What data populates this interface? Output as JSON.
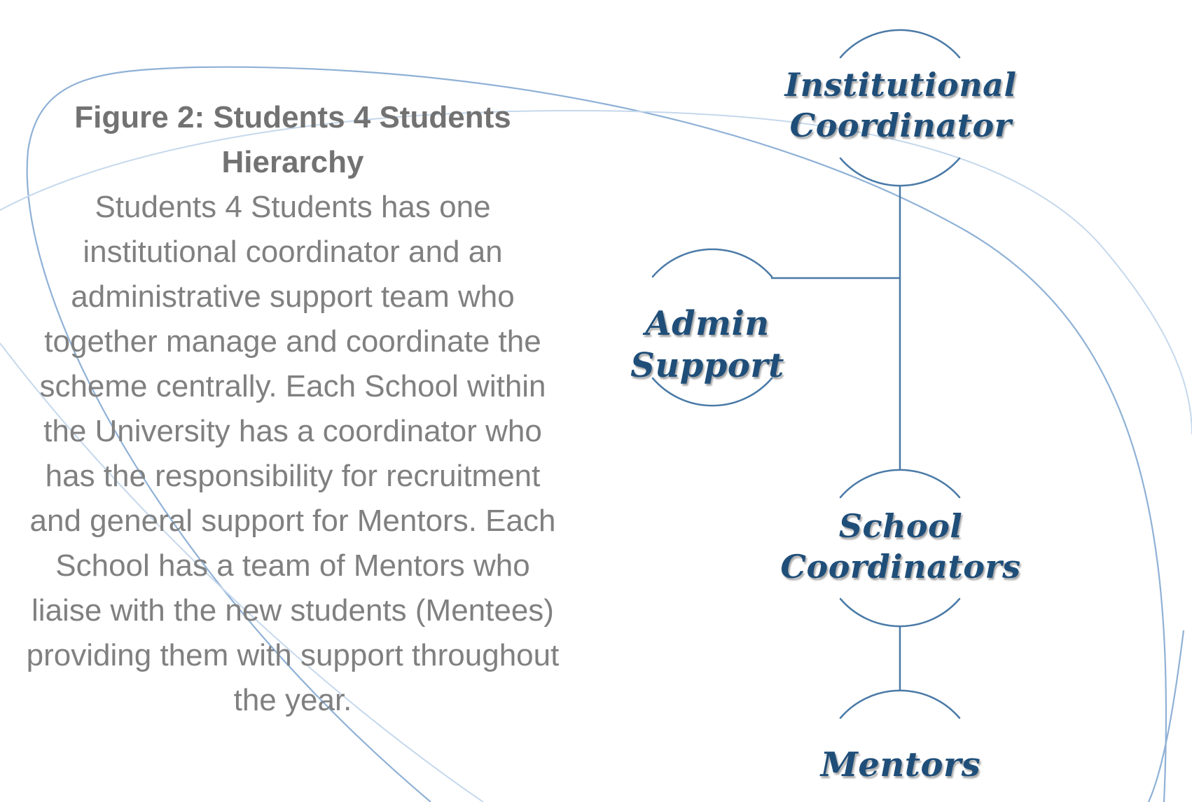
{
  "caption": {
    "title": "Figure 2: Students 4 Students Hierarchy",
    "body": "Students 4 Students has one institutional coordinator and an administrative support team who together manage and coordinate the scheme centrally.  Each School within the University has a coordinator who has the responsibility for recruitment and general support for Mentors.  Each School has a team of Mentors who liaise with the new students (Mentees) providing them with support throughout the year."
  },
  "diagram": {
    "nodes": {
      "institutional": "Institutional Coordinator",
      "admin": "Admin Support",
      "school": "School Coordinators",
      "mentors": "Mentors"
    }
  },
  "colors": {
    "node_text": "#1f4e79",
    "connector": "#4a7aa7",
    "caption_text": "#808080",
    "swoosh": "#9dbad8"
  }
}
